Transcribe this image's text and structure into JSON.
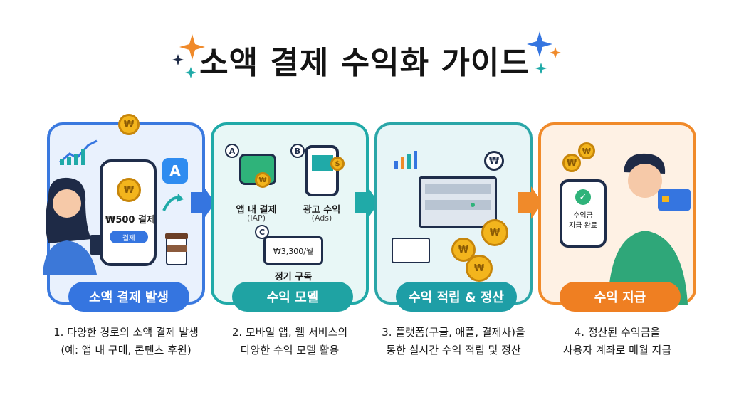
{
  "title": "소액 결제 수익화 가이드",
  "colors": {
    "step1": "#3575e0",
    "step2": "#1fa3a3",
    "step3": "#1e9ea6",
    "step4": "#ef7f22"
  },
  "steps": [
    {
      "label": "소액 결제 발생",
      "desc": [
        "1. 다양한 경로의 소액 결제 발생",
        "(예: 앱 내 구매, 콘텐츠 후원)"
      ],
      "illustration": {
        "payment_text": "₩500 결제",
        "button_text": "결제",
        "coin_symbol": "₩"
      }
    },
    {
      "label": "수익 모델",
      "desc": [
        "2. 모바일 앱, 웹 서비스의",
        "다양한 수익 모델 활용"
      ],
      "illustration": {
        "a_badge": "A",
        "a_title": "앱 내 결제",
        "a_sub": "(IAP)",
        "b_badge": "B",
        "b_title": "광고 수익",
        "b_sub": "(Ads)",
        "c_badge": "C",
        "c_price": "₩3,300/월",
        "c_title": "정기 구독",
        "coin_symbol": "₩",
        "dollar_symbol": "$"
      }
    },
    {
      "label": "수익 적립 & 정산",
      "desc": [
        "3. 플랫폼(구글, 애플, 결제사)을",
        "통한 실시간 수익 적립 및 정산"
      ],
      "illustration": {
        "coin_symbol": "₩"
      }
    },
    {
      "label": "수익 지급",
      "desc": [
        "4. 정산된 수익금을",
        "사용자 계좌로 매월 지급"
      ],
      "illustration": {
        "phone_text_1": "수익금",
        "phone_text_2": "지급 완료",
        "coin_symbol": "₩"
      }
    }
  ]
}
